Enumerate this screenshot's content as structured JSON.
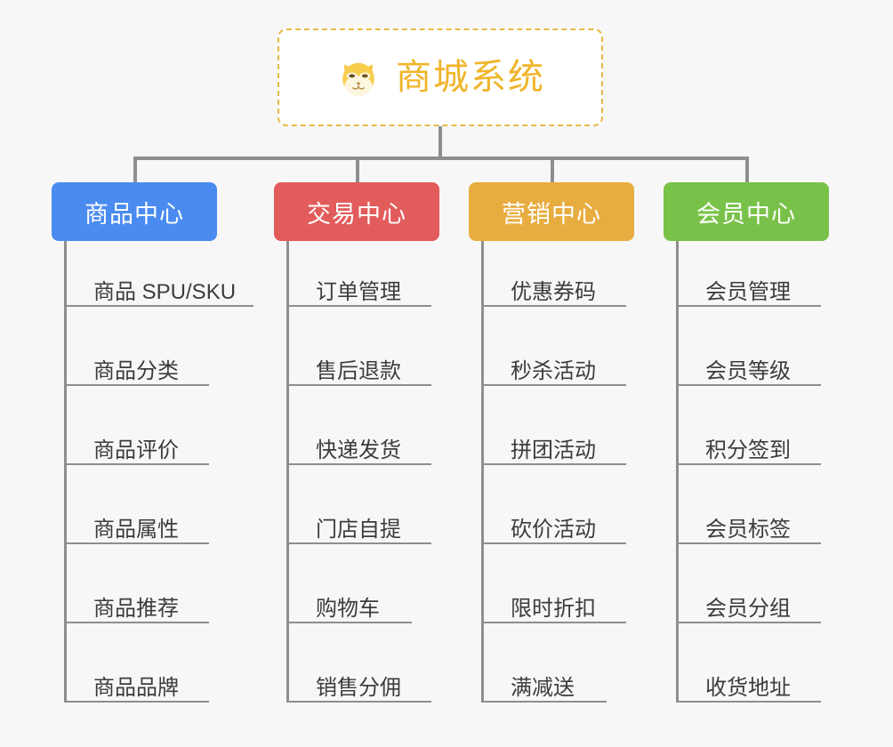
{
  "diagram": {
    "type": "mindmap-tree",
    "background_color": "#f7f7f7",
    "connector_color": "#8e8e8e"
  },
  "root": {
    "title": "商城系统",
    "logo_icon": "shiba-dog-face-icon",
    "border_color": "#e8b94a",
    "text_color": "#f0b429",
    "background_color": "#ffffff"
  },
  "branches": [
    {
      "label": "商品中心",
      "color": "#4a8bf0",
      "items": [
        "商品 SPU/SKU",
        "商品分类",
        "商品评价",
        "商品属性",
        "商品推荐",
        "商品品牌"
      ]
    },
    {
      "label": "交易中心",
      "color": "#e25c5c",
      "items": [
        "订单管理",
        "售后退款",
        "快递发货",
        "门店自提",
        "购物车",
        "销售分佣"
      ]
    },
    {
      "label": "营销中心",
      "color": "#e8ad40",
      "items": [
        "优惠券码",
        "秒杀活动",
        "拼团活动",
        "砍价活动",
        "限时折扣",
        "满减送"
      ]
    },
    {
      "label": "会员中心",
      "color": "#79c24a",
      "items": [
        "会员管理",
        "会员等级",
        "积分签到",
        "会员标签",
        "会员分组",
        "收货地址"
      ]
    }
  ]
}
